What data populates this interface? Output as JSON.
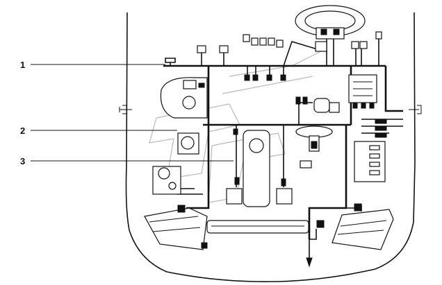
{
  "callouts": [
    {
      "label": "1",
      "name": "callout-1"
    },
    {
      "label": "2",
      "name": "callout-2"
    },
    {
      "label": "3",
      "name": "callout-3"
    }
  ]
}
